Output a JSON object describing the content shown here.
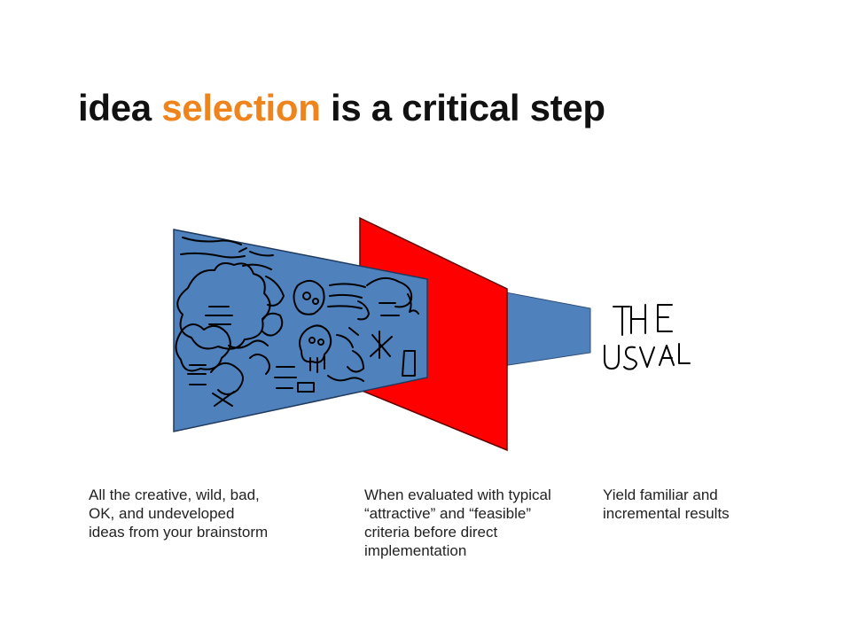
{
  "title": {
    "before": "idea ",
    "accent": "selection",
    "after": " is a critical step"
  },
  "colors": {
    "panel_blue": "#4f81bd",
    "filter_red": "#ff0000",
    "title_accent": "#f0841c",
    "ink": "#111111"
  },
  "diagram": {
    "handwritten_note": [
      "THE",
      "USUAL"
    ]
  },
  "captions": [
    {
      "text": "All the creative, wild, bad, OK, and undeveloped ideas from your brainstorm"
    },
    {
      "text": "When evaluated with typical “attractive” and “feasible” criteria before direct implementation"
    },
    {
      "text": "Yield familiar and incremental results"
    }
  ]
}
